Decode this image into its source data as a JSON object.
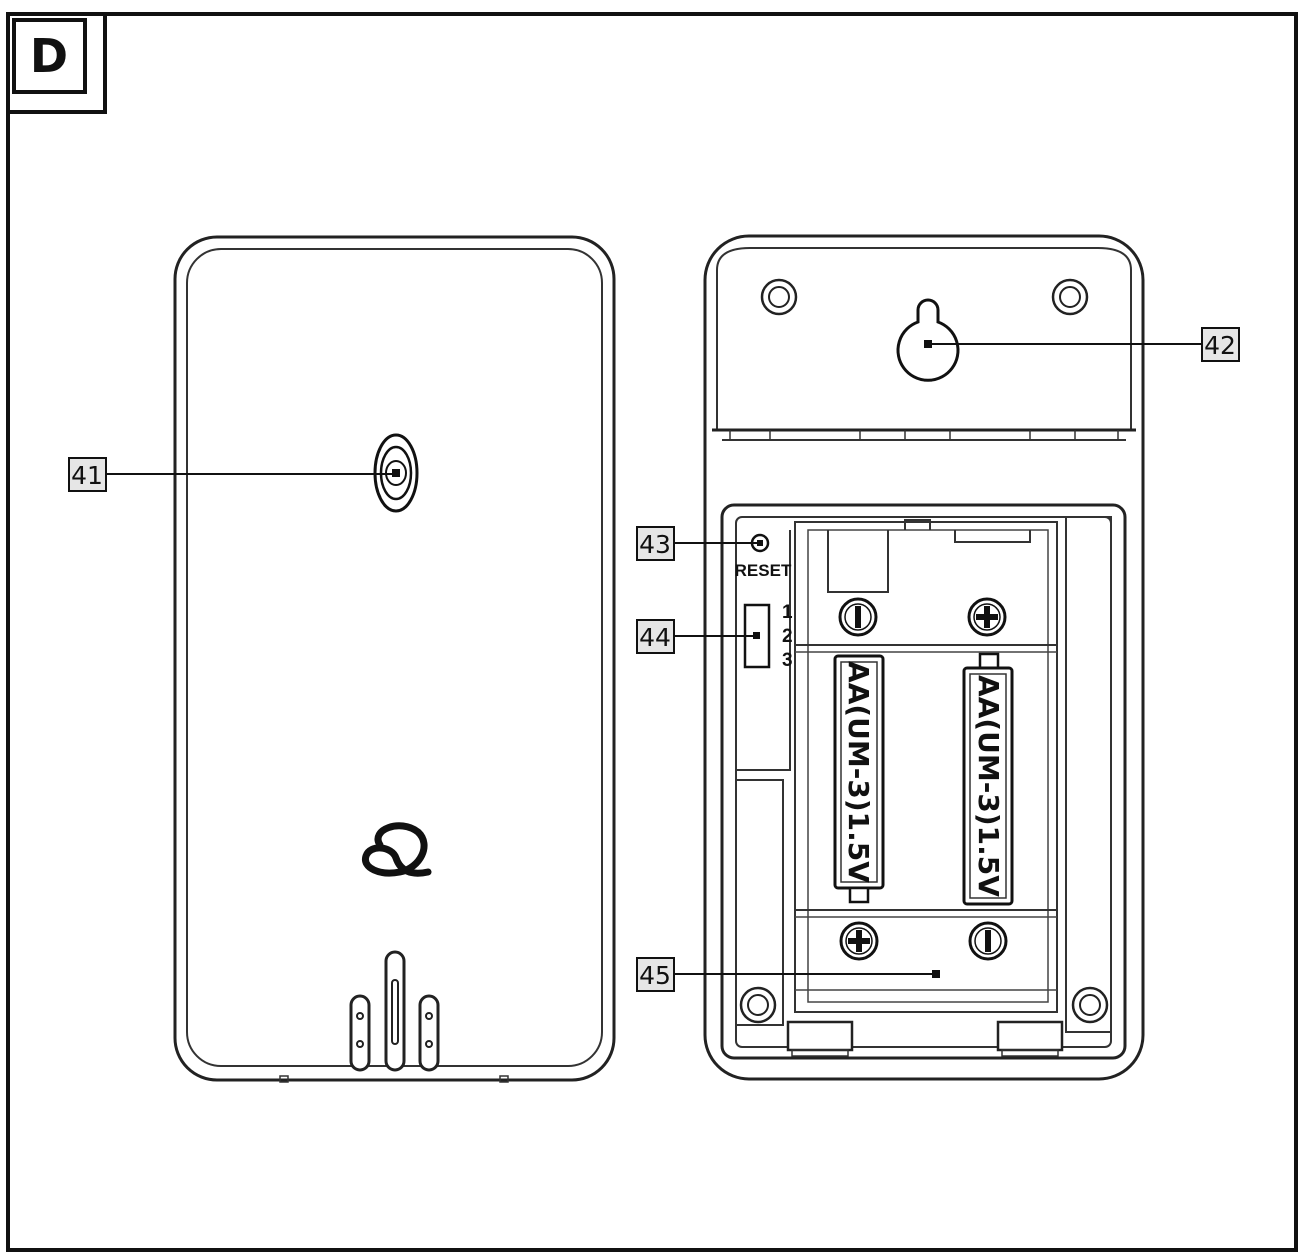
{
  "figure": {
    "panel_letter": "D"
  },
  "callouts": [
    {
      "id": "41",
      "label": "41"
    },
    {
      "id": "42",
      "label": "42"
    },
    {
      "id": "43",
      "label": "43"
    },
    {
      "id": "44",
      "label": "44"
    },
    {
      "id": "45",
      "label": "45"
    }
  ],
  "back_unit": {
    "reset_label": "RESET",
    "channel_labels": [
      "1",
      "2",
      "3"
    ],
    "battery_left_text": "AA(UM-3)1.5V",
    "battery_right_text": "AA(UM-3)1.5V",
    "polarity_top": [
      "−",
      "+"
    ],
    "polarity_bottom": [
      "+",
      "−"
    ]
  },
  "icons": {
    "front_logo": "brand-logo-icon",
    "front_led": "led-indicator-icon",
    "keyhole": "keyhole-icon"
  }
}
